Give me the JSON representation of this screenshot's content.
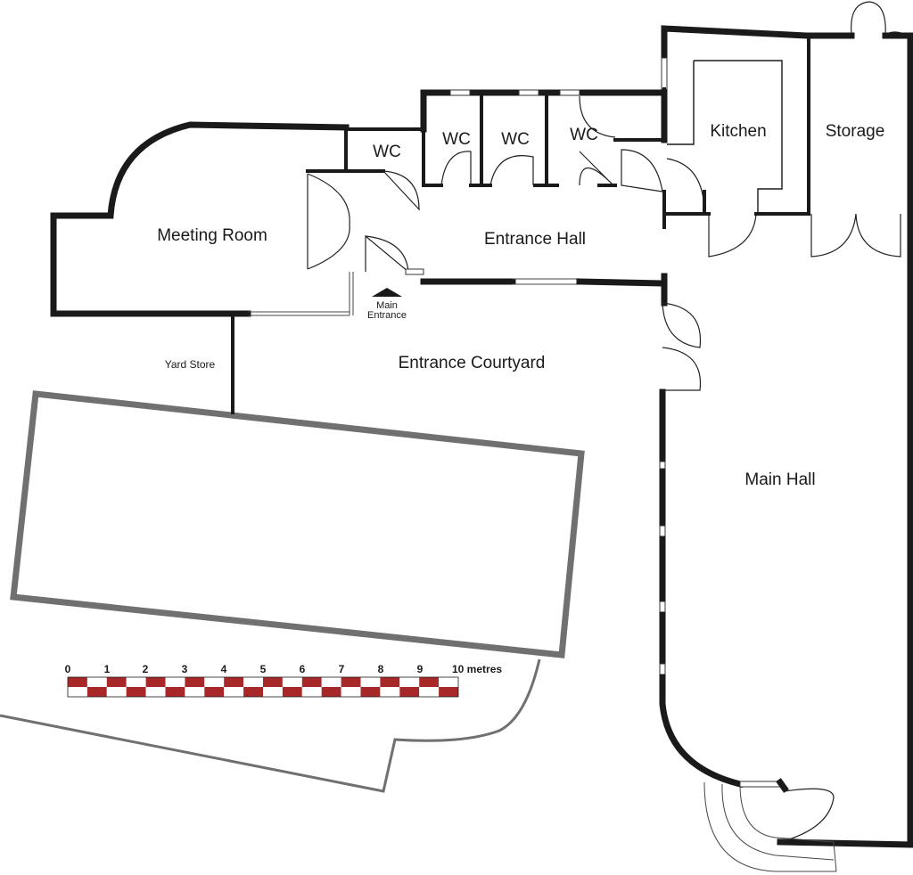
{
  "rooms": {
    "meeting_room": "Meeting Room",
    "wc_1": "WC",
    "wc_2": "WC",
    "wc_3": "WC",
    "wc_4": "WC",
    "kitchen": "Kitchen",
    "storage": "Storage",
    "entrance_hall": "Entrance Hall",
    "entrance_courtyard": "Entrance Courtyard",
    "main_hall": "Main Hall",
    "yard_store": "Yard Store"
  },
  "main_entrance": {
    "line1": "Main",
    "line2": "Entrance"
  },
  "scale_bar": {
    "ticks": [
      "0",
      "1",
      "2",
      "3",
      "4",
      "5",
      "6",
      "7",
      "8",
      "9",
      "10 metres"
    ],
    "colors": {
      "red": "#a8282a",
      "white": "#ffffff",
      "wall": "#1a1a1a",
      "external": "#707070"
    }
  }
}
